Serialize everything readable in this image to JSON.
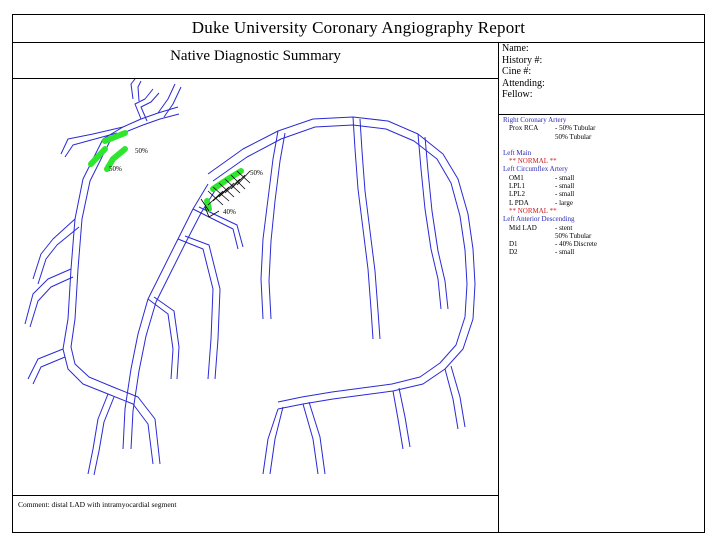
{
  "report": {
    "title": "Duke University Coronary Angiography Report",
    "subtitle": "Native Diagnostic Summary"
  },
  "patient": {
    "name_label": "Name:",
    "history_label": "History #:",
    "cine_label": "Cine #:",
    "attending_label": "Attending:",
    "fellow_label": "Fellow:"
  },
  "findings": {
    "rca": {
      "header": "Right Coronary Artery",
      "rows": [
        {
          "segment": "Prox RCA",
          "finding": "- 50% Tubular"
        },
        {
          "segment": "",
          "finding": "50% Tubular"
        }
      ]
    },
    "left_main": {
      "header": "Left Main",
      "normal": "** NORMAL **"
    },
    "lcx": {
      "header": "Left Circumflex Artery",
      "rows": [
        {
          "segment": "OM1",
          "finding": "- small"
        },
        {
          "segment": "LPL1",
          "finding": "- small"
        },
        {
          "segment": "LPL2",
          "finding": "- small"
        },
        {
          "segment": "L PDA",
          "finding": "- large"
        }
      ],
      "normal": "** NORMAL **"
    },
    "lad": {
      "header": "Left Anterior Descending",
      "rows": [
        {
          "segment": "Mid LAD",
          "finding": "- stent"
        },
        {
          "segment": "",
          "finding": "50% Tubular"
        },
        {
          "segment": "D1",
          "finding": "- 40% Discrete"
        },
        {
          "segment": "D2",
          "finding": "- small"
        }
      ]
    }
  },
  "comment": "Comment: distal LAD with intramyocardial segment",
  "diagram": {
    "labels": {
      "rca_a": "50%",
      "rca_b": "50%",
      "lad_stent": "50%",
      "d1": "40%"
    },
    "colors": {
      "vessel": "#2a2ad4",
      "lesion": "#2ee62e",
      "section_header": "#2b2bb8",
      "normal_flag": "#cc2222"
    }
  }
}
